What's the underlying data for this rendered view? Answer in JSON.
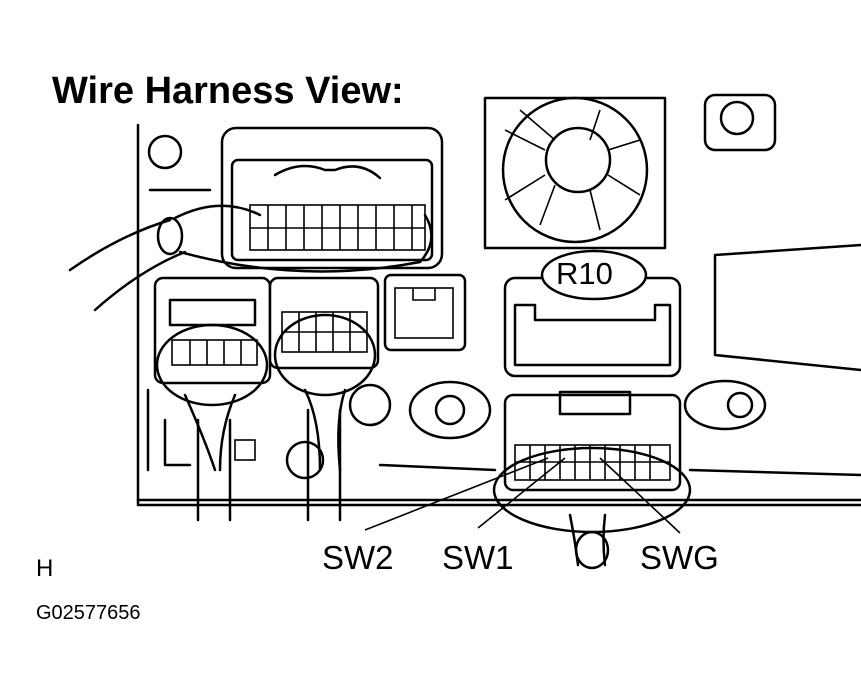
{
  "title": "Wire Harness View:",
  "connector_label": "R10",
  "terminals": {
    "sw2": "SW2",
    "sw1": "SW1",
    "swg": "SWG"
  },
  "view_letter": "H",
  "figure_code": "G02577656",
  "colors": {
    "ink": "#000000",
    "paper": "#ffffff"
  }
}
